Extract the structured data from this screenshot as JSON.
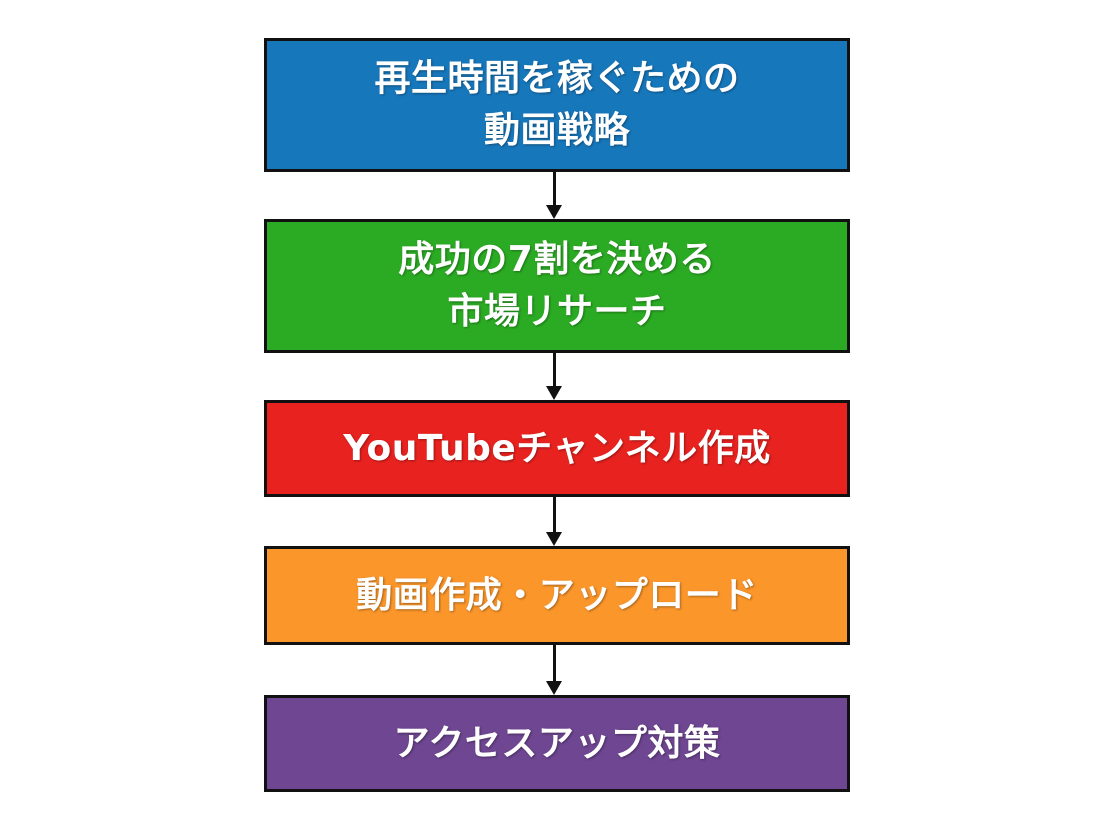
{
  "steps": [
    {
      "label": "再生時間を稼ぐための\n動画戦略",
      "color": "#1777bb"
    },
    {
      "label": "成功の7割を決める\n市場リサーチ",
      "color": "#2bab23"
    },
    {
      "label": "YouTubeチャンネル作成",
      "color": "#e8221f"
    },
    {
      "label": "動画作成・アップロード",
      "color": "#fb962a"
    },
    {
      "label": "アクセスアップ対策",
      "color": "#6e4691"
    }
  ],
  "arrow_color": "#111111"
}
